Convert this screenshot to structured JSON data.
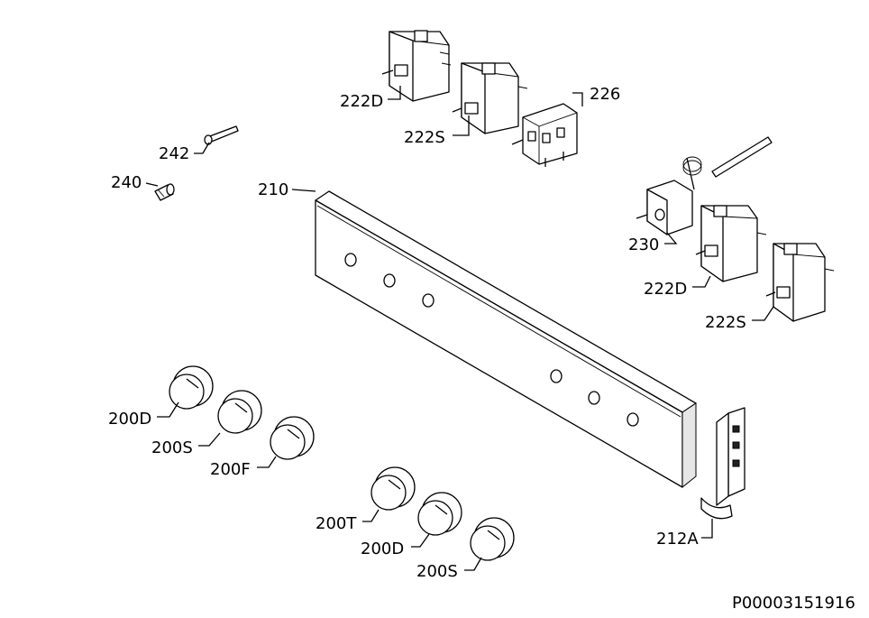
{
  "document_code": "P00003151916",
  "labels": {
    "l222D_top": "222D",
    "l222S_top": "222S",
    "l226": "226",
    "l242": "242",
    "l240": "240",
    "l210": "210",
    "l230": "230",
    "l222D_right": "222D",
    "l222S_right": "222S",
    "l200D_left": "200D",
    "l200S_left": "200S",
    "l200F": "200F",
    "l200T": "200T",
    "l200D_bottom": "200D",
    "l200S_bottom": "200S",
    "l212A": "212A"
  }
}
